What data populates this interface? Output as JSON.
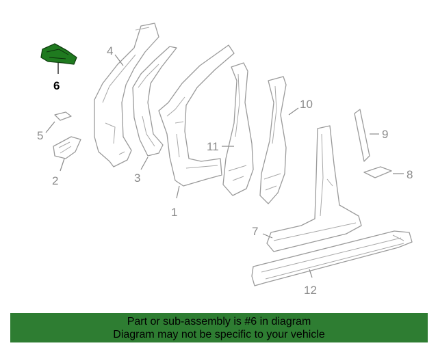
{
  "highlighted_part": "6",
  "callouts": [
    "1",
    "2",
    "3",
    "4",
    "5",
    "6",
    "7",
    "8",
    "9",
    "10",
    "11",
    "12"
  ],
  "banner": {
    "line1": "Part or sub-assembly is #6 in diagram",
    "line2": "Diagram may not be specific to your vehicle"
  },
  "colors": {
    "banner_bg": "#2e7d32",
    "highlight_part": "#1f7a1f",
    "line_art": "#9a9a9a"
  }
}
